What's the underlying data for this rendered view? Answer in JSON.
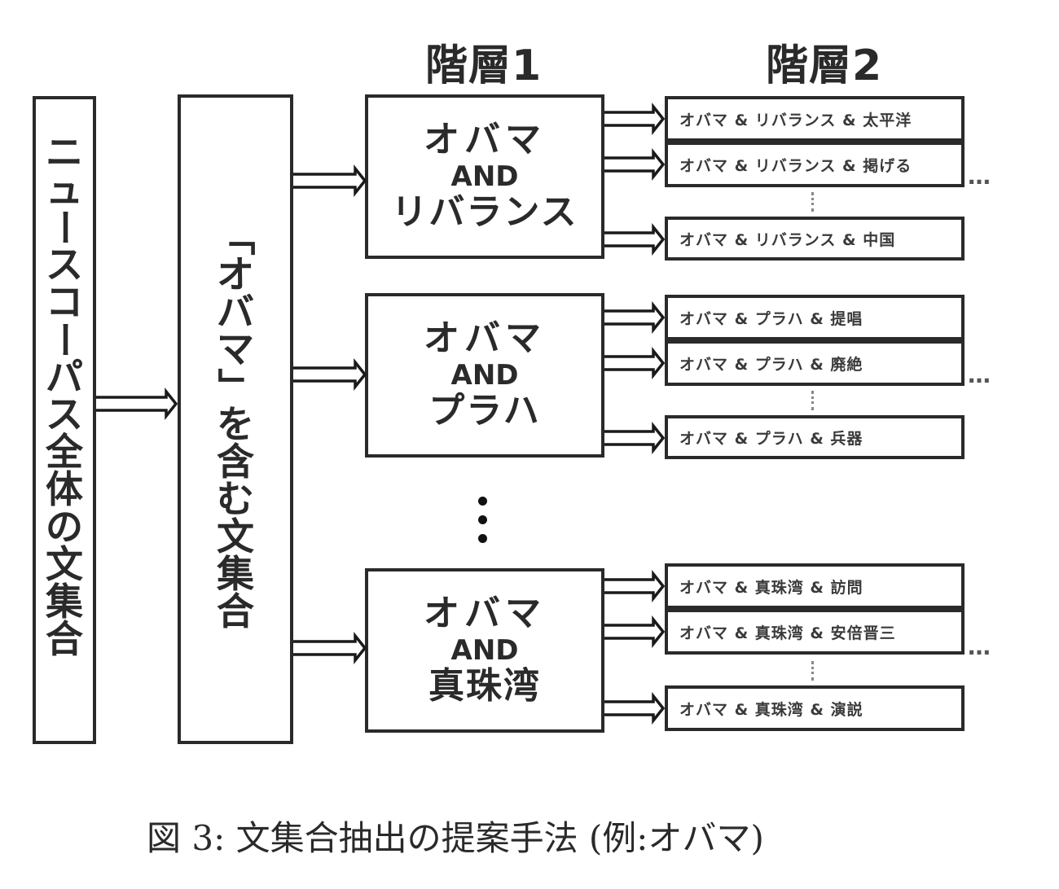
{
  "headers": {
    "level1": "階層1",
    "level2": "階層2"
  },
  "corpus_box": {
    "label_chars": [
      "ニ",
      "ュ",
      "ー",
      "ス",
      "コ",
      "ー",
      "パ",
      "ス",
      "全",
      "体",
      "の",
      "文",
      "集",
      "合"
    ],
    "label": "ニュースコーパス全体の文集合"
  },
  "subset_box": {
    "label_chars": [
      "「",
      "オ",
      "バ",
      "マ",
      "」",
      "を",
      "含",
      "む",
      "文",
      "集",
      "合"
    ],
    "label": "「オバマ」を含む文集合"
  },
  "level1_groups": [
    {
      "line1": "オバマ",
      "line2": "AND",
      "line3": "リバランス",
      "children": [
        "オバマ & リバランス & 太平洋",
        "オバマ & リバランス & 掲げる",
        "オバマ & リバランス & 中国"
      ]
    },
    {
      "line1": "オバマ",
      "line2": "AND",
      "line3": "プラハ",
      "children": [
        "オバマ & プラハ & 提唱",
        "オバマ & プラハ & 廃絶",
        "オバマ & プラハ & 兵器"
      ]
    },
    {
      "line1": "オバマ",
      "line2": "AND",
      "line3": "真珠湾",
      "children": [
        "オバマ & 真珠湾 & 訪問",
        "オバマ & 真珠湾 & 安倍晋三",
        "オバマ & 真珠湾 & 演説"
      ]
    }
  ],
  "ellipsis_horizontal": "…",
  "ellipsis_vertical": "⋮",
  "caption": "図 3: 文集合抽出の提案手法 (例:オバマ)"
}
